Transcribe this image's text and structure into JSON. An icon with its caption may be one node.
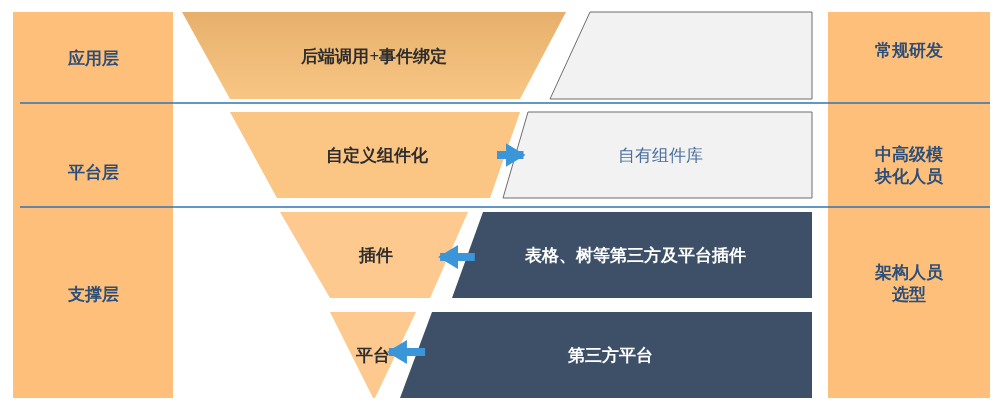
{
  "diagram": {
    "nodes": [
      {
        "text": [
          "应用层",
          "平台层",
          "支撑层"
        ]
      },
      {
        "text": [
          "常规研发",
          "中高级模块化人员",
          "架构人员选型"
        ]
      },
      {
        "text": [
          "后端调用+事件绑定"
        ]
      },
      {
        "text": [],
        "shape": "box"
      },
      {
        "text": [
          "自定义组件化"
        ]
      },
      {
        "text": [
          "自有组件库"
        ]
      },
      {
        "text": [
          "插件"
        ]
      },
      {
        "text": [
          "表格、树等第三方及平台插件"
        ]
      },
      {
        "text": [
          "平台"
        ]
      },
      {
        "text": [
          "第三方平台"
        ]
      }
    ],
    "edges": [
      {
        "from": 4,
        "to": 5,
        "arrow": "to"
      },
      {
        "from": 7,
        "to": 6,
        "arrow": "to"
      },
      {
        "from": 9,
        "to": 8,
        "arrow": "to"
      }
    ]
  }
}
